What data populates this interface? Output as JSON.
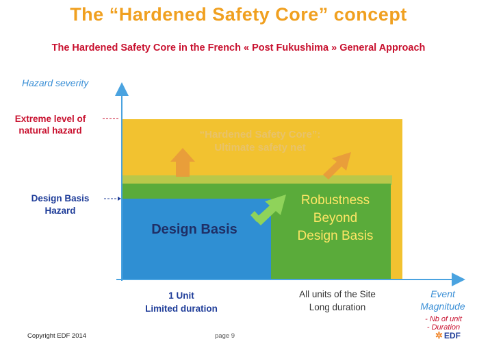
{
  "title": "The “Hardened Safety Core” concept",
  "subtitle": "The Hardened Safety Core in the French « Post Fukushima » General Approach",
  "y_axis": {
    "label": "Hazard severity",
    "level_extreme": "Extreme level of natural hazard",
    "level_design": "Design Basis Hazard"
  },
  "regions": {
    "hardened_safety_core": "“Hardened Safety Core”:",
    "hardened_safety_core_sub": "Ultimate safety net",
    "design_basis": "Design Basis",
    "robustness_line1": "Robustness",
    "robustness_line2": "Beyond",
    "robustness_line3": "Design Basis"
  },
  "x_axis": {
    "label_line1": "Event",
    "label_line2": "Magnitude",
    "sub_line1": "- Nb of unit",
    "sub_line2": "- Duration",
    "cat1_line1": "1 Unit",
    "cat1_line2": "Limited duration",
    "cat2_line1": "All units of the Site",
    "cat2_line2": "Long duration"
  },
  "footer": {
    "copyright": "Copyright EDF 2014",
    "page": "page 9",
    "logo": "EDF"
  },
  "colors": {
    "yellow": "#f2c230",
    "green": "#5aab3a",
    "blue": "#2f8fd3",
    "axis": "#4aa3e0",
    "arrow_orange": "#e89a3c",
    "arrow_light_green": "#8fd35a"
  },
  "icons": {
    "edf_logo": "snowflake-icon"
  }
}
